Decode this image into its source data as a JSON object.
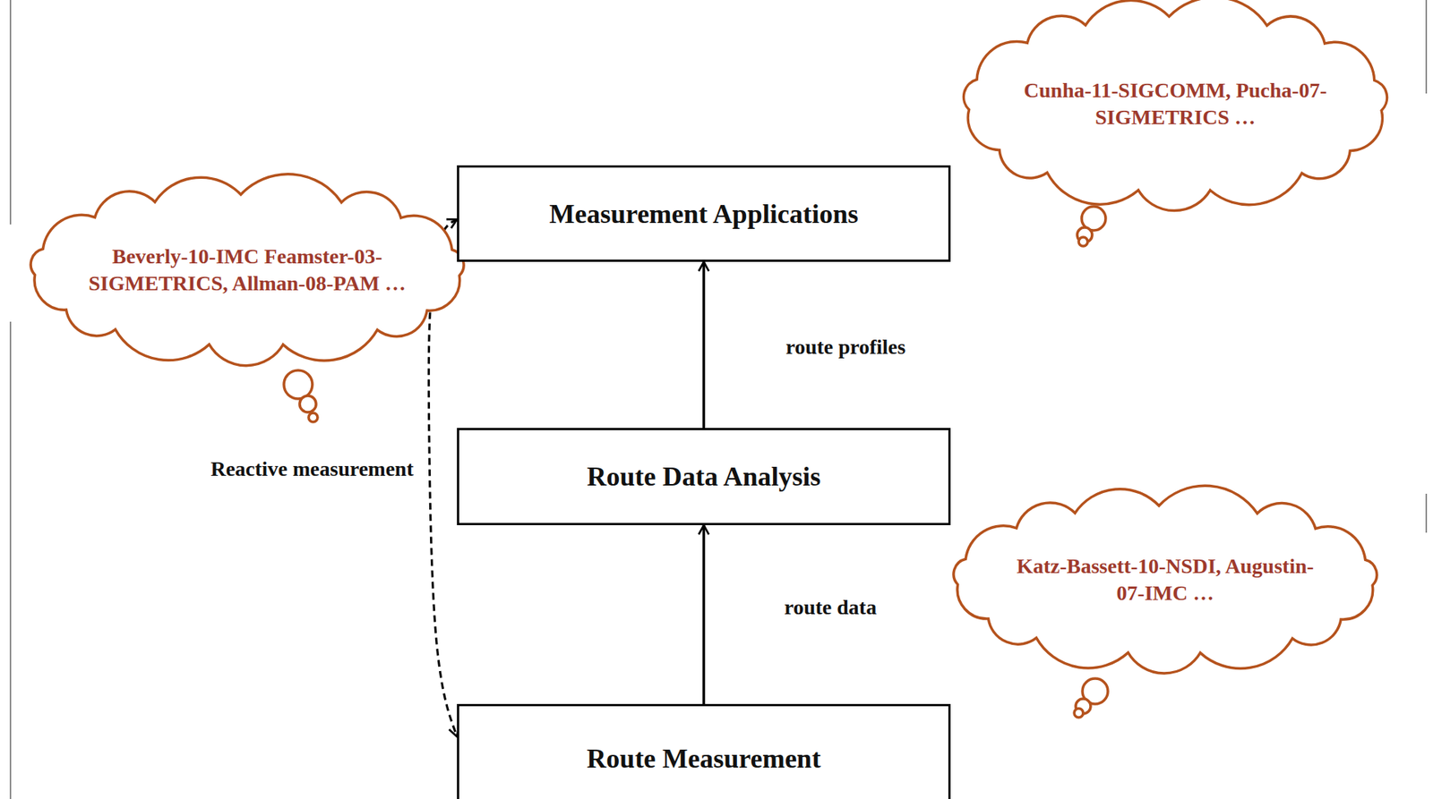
{
  "diagram": {
    "nodes": [
      {
        "text": [
          "Cunha-11-SIGCOMM, Pucha-07-SIGMETRICS …"
        ]
      },
      {
        "text": [
          "Beverly-10-IMC Feamster-03-SIGMETRICS, Allman-08-PAM …"
        ]
      },
      {
        "text": [
          "Measurement Applications"
        ]
      },
      {
        "text": [
          "Route Data Analysis"
        ]
      },
      {
        "text": [
          "Katz-Bassett-10-NSDI, Augustin-07-IMC …"
        ]
      },
      {
        "text": [
          "Route Measurement"
        ]
      }
    ],
    "edges": [
      {
        "from": 3,
        "to": 2,
        "label": "route profiles",
        "arrow": "to"
      },
      {
        "from": 5,
        "to": 3,
        "label": "route data",
        "arrow": "to"
      },
      {
        "from": 2,
        "to": 5,
        "label": "Reactive measurement",
        "arrow": "both"
      }
    ]
  }
}
